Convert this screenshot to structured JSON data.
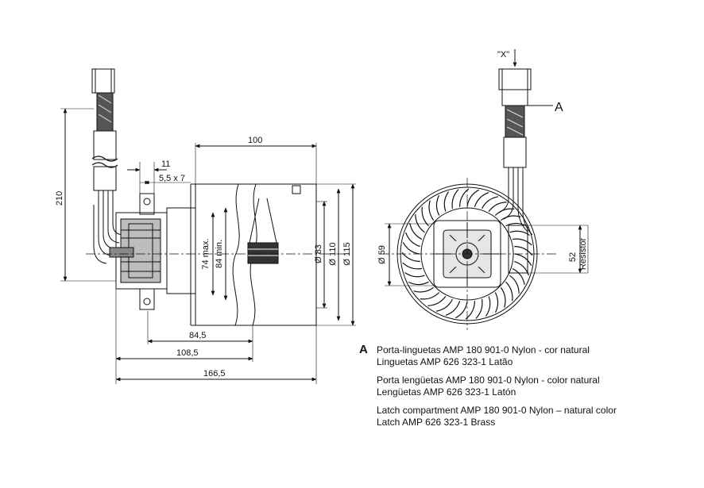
{
  "side_view": {
    "dimensions": {
      "height_total": "210",
      "slot_width": "11",
      "slot_size": "5,5 x 7",
      "length_top": "100",
      "height_74_max": "74 max.",
      "height_84_min": "84 min.",
      "dia_83": "Ø 83",
      "dia_110": "Ø 110",
      "dia_115": "Ø 115",
      "len_84_5": "84,5",
      "len_108_5": "108,5",
      "len_166_5": "166,5"
    }
  },
  "front_view": {
    "view_label": "\"X\"",
    "callout": "A",
    "dimensions": {
      "dia_59": "Ø 59",
      "dist_52": "52",
      "resistor": "Resistor"
    }
  },
  "legend": {
    "marker": "A",
    "lines": [
      "Porta-linguetas AMP 180 901-0 Nylon - cor natural",
      "Linguetas AMP 626 323-1 Latão",
      "Porta lengüetas AMP 180 901-0 Nylon - color natural",
      "Lengüetas AMP 626 323-1 Latón",
      "Latch compartment AMP 180 901-0 Nylon – natural color",
      "Latch AMP 626 323-1 Brass"
    ]
  }
}
